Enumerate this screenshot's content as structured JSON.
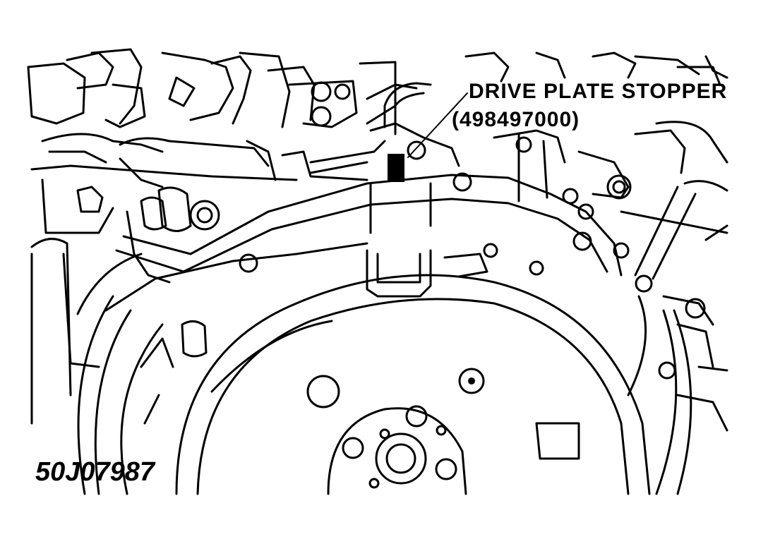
{
  "callout": {
    "name": "DRIVE PLATE STOPPER",
    "part_number": "(498497000)"
  },
  "figure_id": "50J07987",
  "colors": {
    "ink": "#000000",
    "paper": "#ffffff"
  }
}
